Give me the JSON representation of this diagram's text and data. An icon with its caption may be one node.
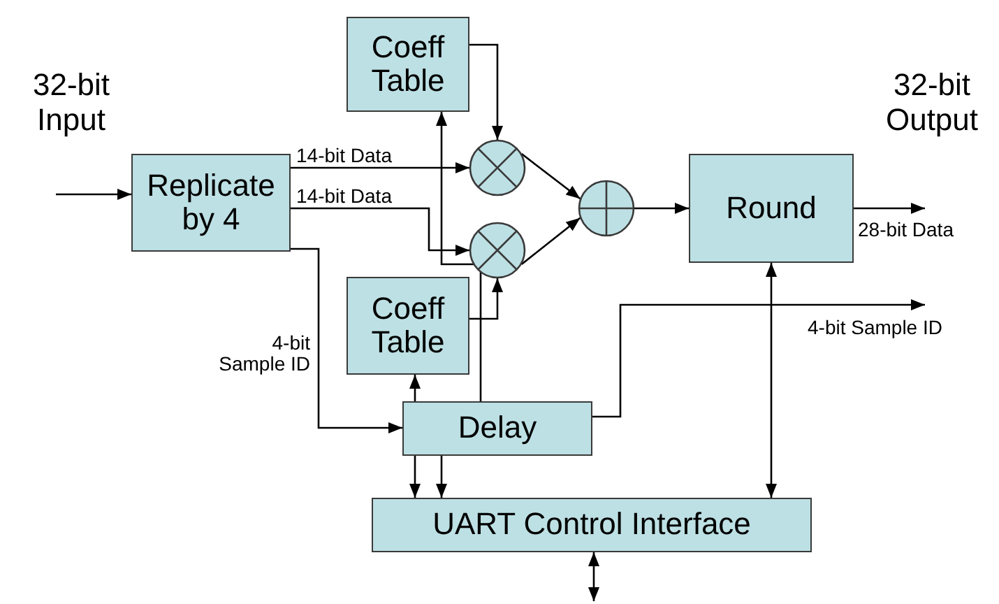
{
  "diagram": {
    "nodes": [
      {
        "text": [
          "Replicate by 4"
        ]
      },
      {
        "text": [
          "Coeff Table"
        ]
      },
      {
        "text": [
          "Coeff Table"
        ]
      },
      {
        "text": [],
        "shape": "circle"
      },
      {
        "text": [],
        "shape": "circle"
      },
      {
        "text": [],
        "shape": "circle"
      },
      {
        "text": [
          "Round"
        ]
      },
      {
        "text": [
          "Delay"
        ]
      },
      {
        "text": [
          "UART Control Interface"
        ]
      }
    ],
    "edges": [
      {
        "from": null,
        "to": 0,
        "arrow": "to"
      },
      {
        "from": 0,
        "to": 3,
        "arrow": "to",
        "label": "14-bit Data"
      },
      {
        "from": 0,
        "to": 4,
        "arrow": "to",
        "label": "14-bit Data"
      },
      {
        "from": 0,
        "to": 7,
        "arrow": "to",
        "label": "4-bit Sample ID"
      },
      {
        "from": 1,
        "to": 3,
        "arrow": "to"
      },
      {
        "from": 2,
        "to": 4,
        "arrow": "to"
      },
      {
        "from": 3,
        "to": 5,
        "arrow": "to"
      },
      {
        "from": 4,
        "to": 5,
        "arrow": "to"
      },
      {
        "from": 5,
        "to": 6,
        "arrow": "to"
      },
      {
        "from": 6,
        "to": null,
        "arrow": "to",
        "label": "28-bit Data"
      },
      {
        "from": 7,
        "to": null,
        "arrow": "to",
        "label": "4-bit Sample ID"
      },
      {
        "from": 7,
        "to": 2,
        "arrow": "to"
      },
      {
        "from": 7,
        "to": 1,
        "arrow": "to"
      },
      {
        "from": 7,
        "to": 8,
        "arrow": "to"
      },
      {
        "from": 7,
        "to": 8,
        "arrow": "to"
      },
      {
        "from": 8,
        "to": 6,
        "arrow": "both"
      },
      {
        "from": 8,
        "to": null,
        "arrow": "both"
      }
    ],
    "labels": [
      "32-bit Input",
      "32-bit Output"
    ]
  }
}
